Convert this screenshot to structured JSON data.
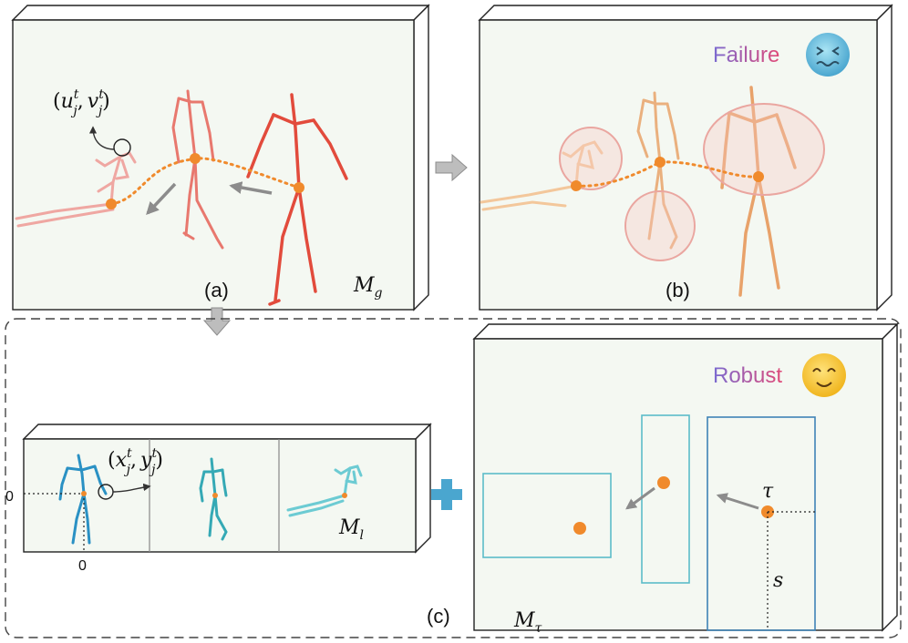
{
  "panels": {
    "a": {
      "label": "(a)",
      "map": "M",
      "map_sub": "g"
    },
    "b": {
      "label": "(b)",
      "status": "Failure"
    },
    "c": {
      "label": "(c)",
      "status": "Robust",
      "map_l": "M",
      "map_l_sub": "l",
      "map_tau": "M",
      "map_tau_sub": "τ"
    }
  },
  "annotations": {
    "uv": {
      "open": "(",
      "u": "u",
      "u_sup": "t",
      "u_sub": "j",
      "comma": ",",
      "v": "v",
      "v_sup": "t",
      "v_sub": "j",
      "close": ")"
    },
    "xy": {
      "open": "(",
      "x": "x",
      "x_sup": "t",
      "x_sub": "j",
      "comma": ",",
      "y": "y",
      "y_sup": "t",
      "y_sub": "j",
      "close": ")"
    },
    "origin_left": "0",
    "origin_bottom": "0",
    "tau": "τ",
    "s": "s"
  },
  "colors": {
    "figure_near": "#e24b3c",
    "figure_mid": "#e8786e",
    "figure_far": "#efa7a2",
    "figure_fail": "#eaa268",
    "root_dot": "#f08a2c",
    "arrow": "#8c8c8c",
    "blue_figure": "#2a91c4",
    "teal_box": "#5bbcc9",
    "blue_box": "#3f83b6",
    "failure_text_from": "#7a6bd1",
    "failure_text_to": "#e04a78",
    "plus": "#4aa6cf"
  }
}
